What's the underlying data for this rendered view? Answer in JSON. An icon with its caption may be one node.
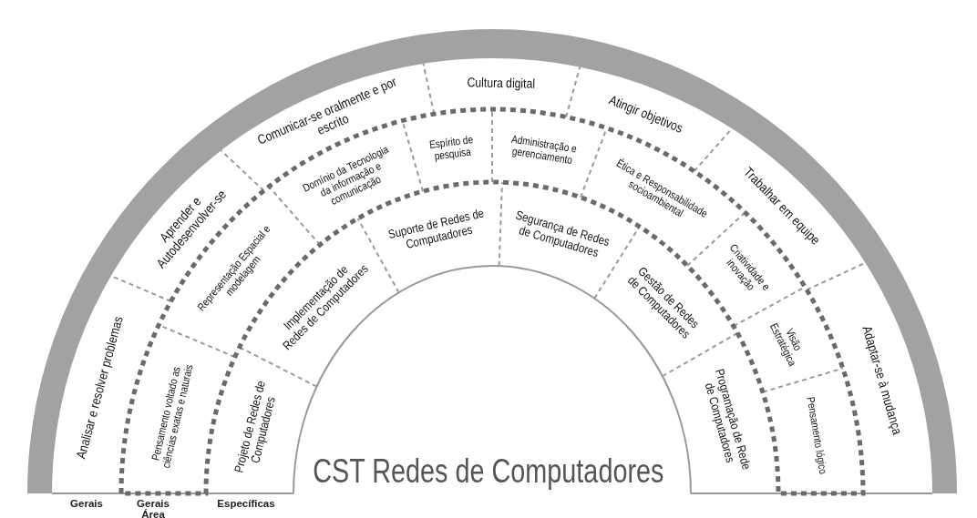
{
  "diagram": {
    "title": "CST Redes de Computadores",
    "nodes": [
      {
        "text": [
          "Analisar e resolver problemas"
        ]
      },
      {
        "text": [
          "Aprender e Autodesenvolver-se"
        ]
      },
      {
        "text": [
          "Comunicar-se oralmente e por escrito"
        ]
      },
      {
        "text": [
          "Cultura digital"
        ]
      },
      {
        "text": [
          "Atingir objetivos"
        ]
      },
      {
        "text": [
          "Trabalhar em equipe"
        ]
      },
      {
        "text": [
          "Adaptar-se à mudança"
        ]
      },
      {
        "text": [
          "Pensamento voltado as ciências exatas e naturais"
        ]
      },
      {
        "text": [
          "Representação Espacial e modelagem"
        ]
      },
      {
        "text": [
          "Domínio da Tecnologia da informação e comunicação"
        ]
      },
      {
        "text": [
          "Espírito de pesquisa"
        ]
      },
      {
        "text": [
          "Administração e gerenciamento"
        ]
      },
      {
        "text": [
          "Ética e Responsabilidade socioambiental"
        ]
      },
      {
        "text": [
          "Criatividade e inovação"
        ]
      },
      {
        "text": [
          "Visão Estratégica"
        ]
      },
      {
        "text": [
          "Pensamento lógico"
        ]
      },
      {
        "text": [
          "Projeto de Redes de Computadores"
        ]
      },
      {
        "text": [
          "Implementação de Redes de Computadores"
        ]
      },
      {
        "text": [
          "Suporte de Redes de Computadores"
        ]
      },
      {
        "text": [
          "Segurança de Redes de Computadores"
        ]
      },
      {
        "text": [
          "Gestão de Redes de Computadores"
        ]
      },
      {
        "text": [
          "Programação de Rede de Computadores"
        ]
      }
    ],
    "labels": [
      "Gerais",
      "Gerais Área",
      "Específicas"
    ]
  }
}
